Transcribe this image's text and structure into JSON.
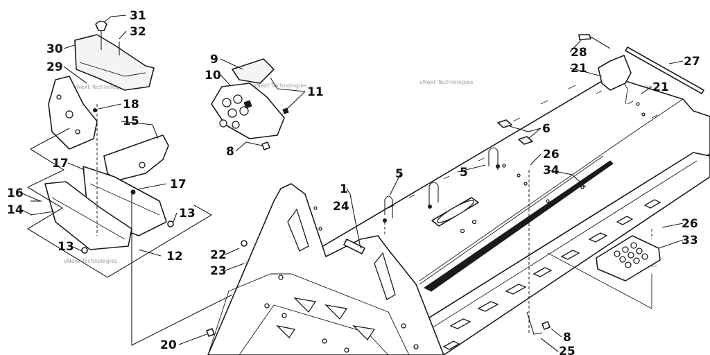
{
  "callouts": [
    {
      "text": "31"
    },
    {
      "text": "32"
    },
    {
      "text": "30"
    },
    {
      "text": "29"
    },
    {
      "text": "18"
    },
    {
      "text": "15"
    },
    {
      "text": "17"
    },
    {
      "text": "17"
    },
    {
      "text": "16"
    },
    {
      "text": "14"
    },
    {
      "text": "13"
    },
    {
      "text": "13"
    },
    {
      "text": "12"
    },
    {
      "text": "9"
    },
    {
      "text": "10"
    },
    {
      "text": "11"
    },
    {
      "text": "8"
    },
    {
      "text": "1"
    },
    {
      "text": "24"
    },
    {
      "text": "5"
    },
    {
      "text": "5"
    },
    {
      "text": "6"
    },
    {
      "text": "26"
    },
    {
      "text": "34"
    },
    {
      "text": "28"
    },
    {
      "text": "21"
    },
    {
      "text": "21"
    },
    {
      "text": "27"
    },
    {
      "text": "26"
    },
    {
      "text": "33"
    },
    {
      "text": "22"
    },
    {
      "text": "23"
    },
    {
      "text": "20"
    },
    {
      "text": "8"
    },
    {
      "text": "25"
    }
  ],
  "watermark": {
    "text": "vNext Technologies"
  }
}
